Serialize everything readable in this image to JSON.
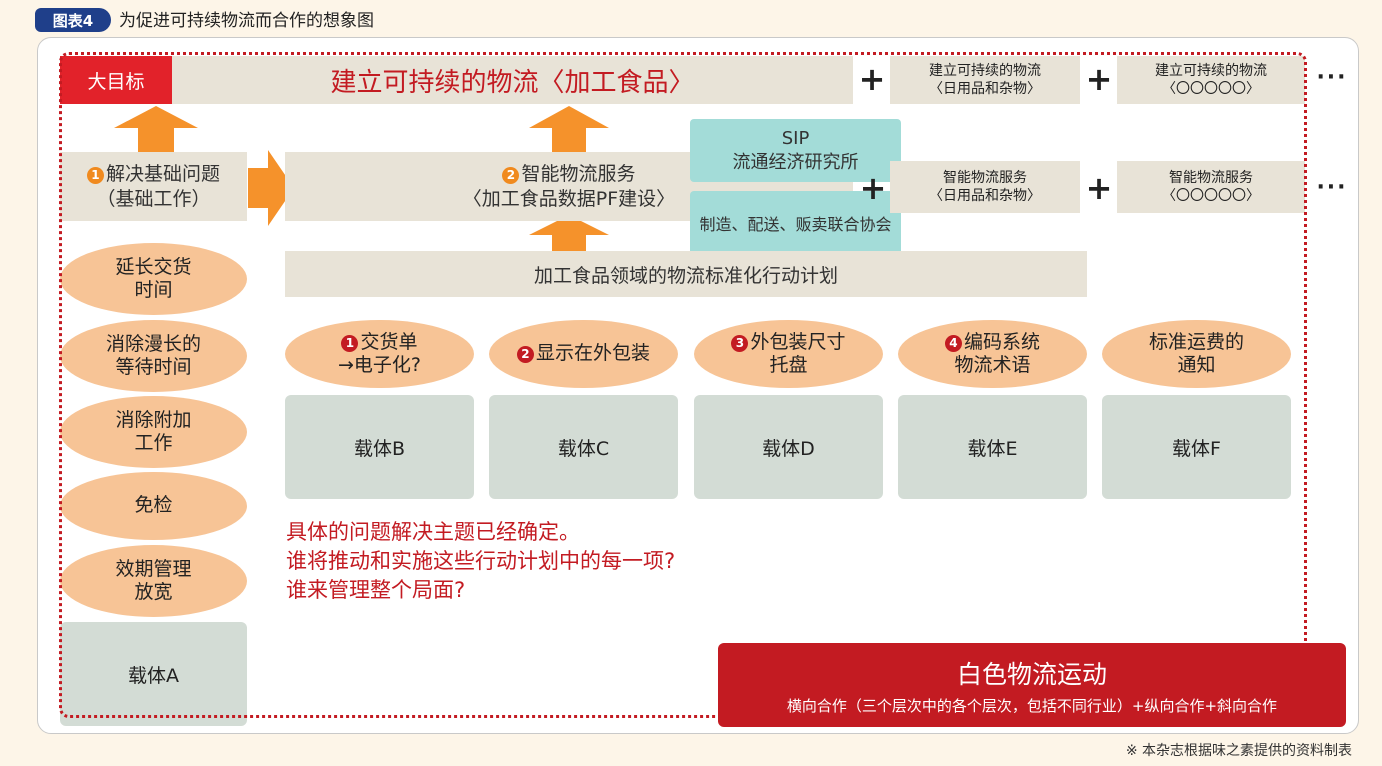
{
  "figure": {
    "badge": "图表4",
    "title": "为促进可持续物流而合作的想象图"
  },
  "top_row": {
    "goal_label": "大目标",
    "goal_main": "建立可持续的物流〈加工食品〉",
    "extra1": "建立可持续的物流\n〈日用品和杂物〉",
    "extra2": "建立可持续的物流\n〈〇〇〇〇〇〉",
    "plus": "+",
    "ellipsis": "···"
  },
  "row2": {
    "basic_num": "1",
    "basic": "解决基础问题\n（基础工作）",
    "service_num": "2",
    "service_line1": "智能物流服务",
    "service_line2": "〈加工食品数据PF建设〉",
    "sip": "SIP\n流通经济研究所",
    "council": "制造、配送、贩卖联合协会",
    "extra1": "智能物流服务\n〈日用品和杂物〉",
    "extra2": "智能物流服务\n〈〇〇〇〇〇〉"
  },
  "action_plan": "加工食品领域的物流标准化行动计划",
  "left_ovals": [
    "延长交货\n时间",
    "消除漫长的\n等待时间",
    "消除附加\n工作",
    "免检",
    "效期管理\n放宽"
  ],
  "carrier_a": "载体A",
  "themes": [
    {
      "num": "1",
      "text": "交货单\n→电子化?"
    },
    {
      "num": "2",
      "text": "显示在外包装"
    },
    {
      "num": "3",
      "text": "外包装尺寸\n托盘"
    },
    {
      "num": "4",
      "text": "编码系统\n物流术语"
    },
    {
      "num": "",
      "text": "标准运费的\n通知"
    }
  ],
  "carriers": [
    "载体B",
    "载体C",
    "载体D",
    "载体E",
    "载体F"
  ],
  "questions": "具体的问题解决主题已经确定。\n谁将推动和实施这些行动计划中的每一项?\n谁来管理整个局面?",
  "white_logistics": {
    "title": "白色物流运动",
    "subtitle": "横向合作（三个层次中的各个层次，包括不同行业）+纵向合作+斜向合作"
  },
  "footnote": "※ 本杂志根据味之素提供的资料制表",
  "colors": {
    "red": "#c31b22",
    "orange": "#f5922b",
    "beige": "#e8e3d7",
    "teal": "#a3dcd8",
    "gray": "#d3dcd5",
    "oval": "#f7c496",
    "navy": "#1f3f8a"
  }
}
